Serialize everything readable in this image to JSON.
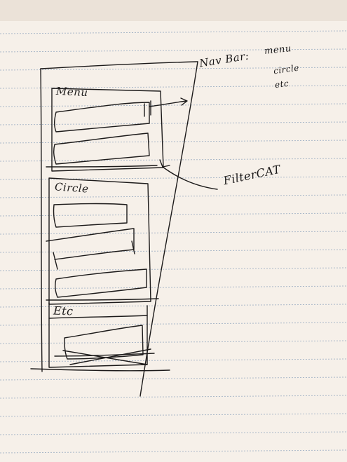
{
  "sketch": {
    "sections": [
      {
        "label": "Menu"
      },
      {
        "label": "Circle"
      },
      {
        "label": "Etc"
      }
    ],
    "annotations": {
      "navbar_title": "Nav Bar:",
      "navbar_items": [
        "menu",
        "circle",
        "etc"
      ],
      "filter_label": "FilterCAT"
    }
  },
  "colors": {
    "paper": "#f6f0e9",
    "rule_line": "#9fb0c4",
    "ink": "#1c1a1a"
  }
}
